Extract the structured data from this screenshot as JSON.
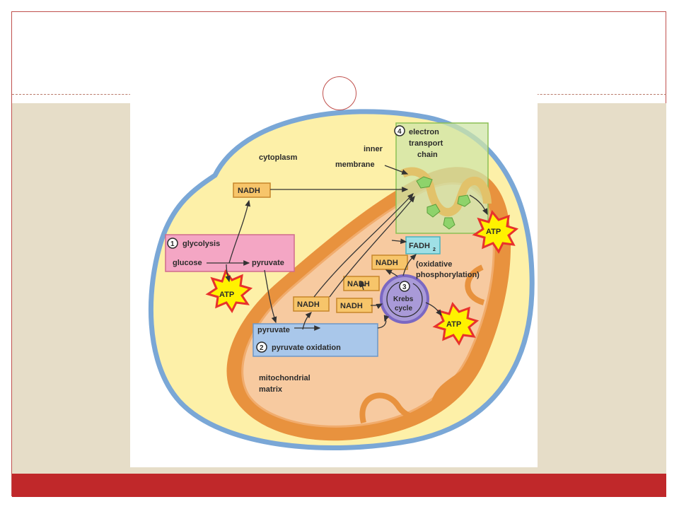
{
  "diagram": {
    "labels": {
      "cytoplasm": "cytoplasm",
      "inner_membrane_1": "inner",
      "inner_membrane_2": "membrane",
      "etc_num": "4",
      "etc_1": "electron",
      "etc_2": "transport",
      "etc_3": "chain",
      "nadh_top": "NADH",
      "glycolysis_num": "1",
      "glycolysis": "glycolysis",
      "glucose": "glucose",
      "pyruvate_1": "pyruvate",
      "atp_glycolysis": "ATP",
      "fadh2": "FADH",
      "fadh2_sub": "2",
      "oxphos_1": "(oxidative",
      "oxphos_2": "phosphorylation)",
      "nadh_1": "NADH",
      "nadh_2": "NADH",
      "nadh_3": "NADH",
      "nadh_4": "NADH",
      "krebs_num": "3",
      "krebs_1": "Krebs",
      "krebs_2": "cycle",
      "atp_etc": "ATP",
      "atp_krebs": "ATP",
      "pyruvate_2": "pyruvate",
      "pyruvate_ox_num": "2",
      "pyruvate_ox": "pyruvate oxidation",
      "matrix_1": "mitochondrial",
      "matrix_2": "matrix"
    },
    "colors": {
      "cell_membrane": "#7aa7d6",
      "cytoplasm": "#fdf0a8",
      "mito_outer": "#e8923e",
      "mito_matrix": "#f7caa0",
      "glycolysis_box": "#f4a6c4",
      "pyruvate_ox_box": "#a9c7ea",
      "etc_box": "#cfe5a8",
      "krebs": "#a99ad8",
      "fadh2_box": "#9fe0e6",
      "nadh_box": "#f7c56a",
      "atp_burst": "#e8322c"
    }
  }
}
